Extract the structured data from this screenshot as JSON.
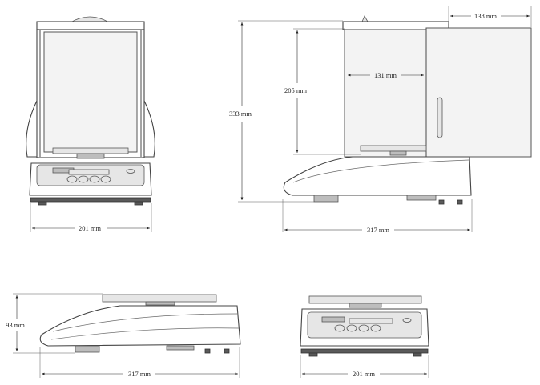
{
  "dimensions": {
    "front_width": "201 mm",
    "side_depth": "317 mm",
    "overall_height": "333 mm",
    "chamber_height": "205 mm",
    "chamber_depth": "131 mm",
    "door_extension": "138 mm",
    "base_height": "93 mm",
    "base_depth": "317 mm",
    "base_width": "201 mm"
  }
}
